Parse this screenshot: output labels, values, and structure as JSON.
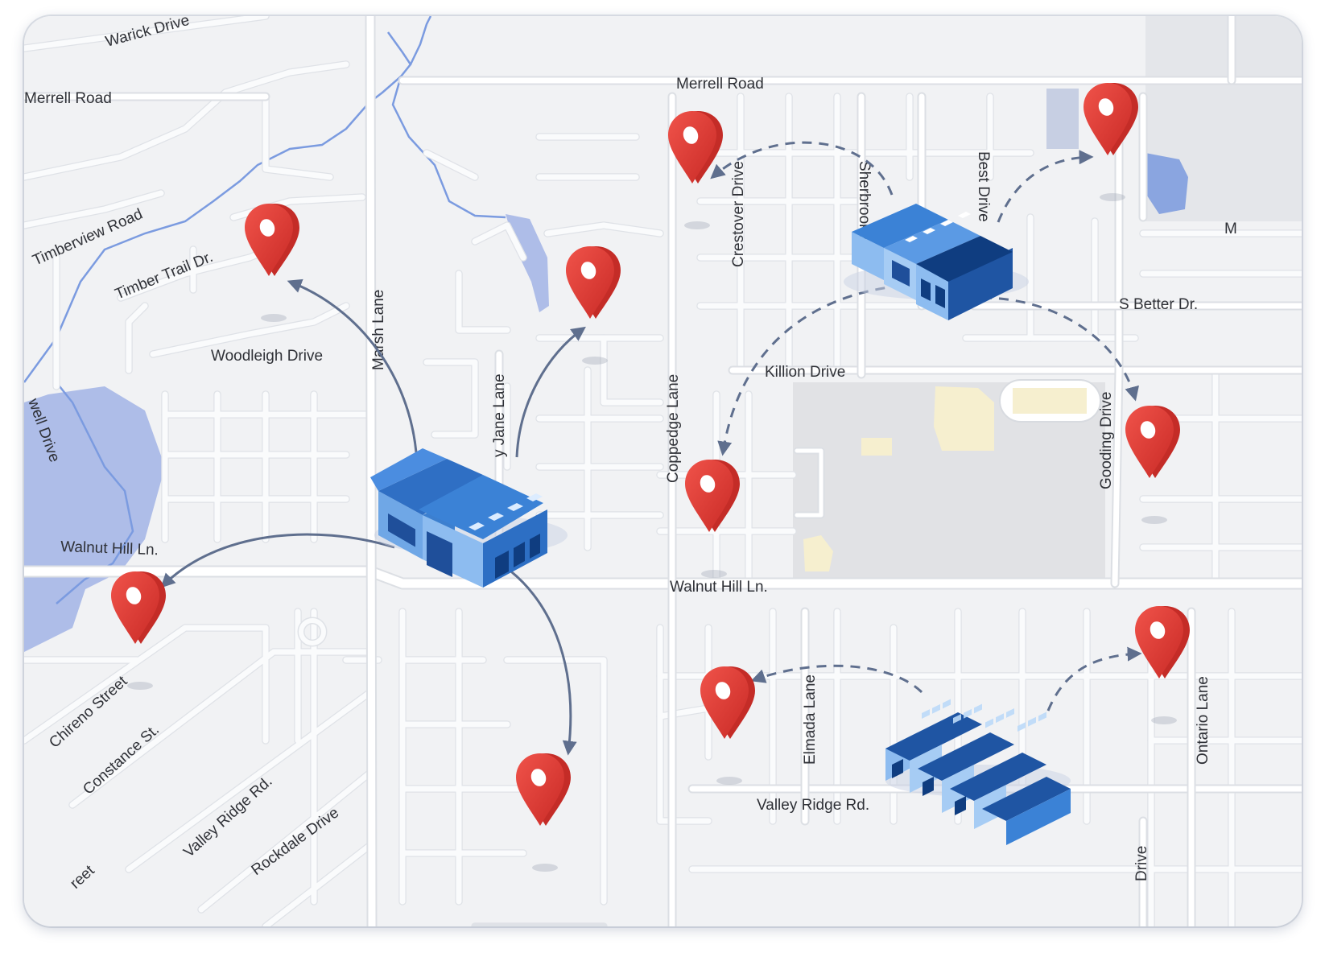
{
  "colors": {
    "map_background": "#f1f2f4",
    "road": "#ffffff",
    "water": "#7b9be0",
    "park": "#aebde8",
    "school_ground": "#e1e2e5",
    "sand": "#f6efcf",
    "pin": "#e53e3a",
    "warehouse": "#3a86d6",
    "route_line": "#5f6f8e"
  },
  "streets": {
    "warick_drive": "Warick Drive",
    "merrell_road_left": "Merrell Road",
    "merrell_road_top": "Merrell Road",
    "timberview_road": "Timberview Road",
    "timber_trail": "Timber Trail Dr.",
    "woodleigh_drive": "Woodleigh Drive",
    "marsh_lane": "Marsh Lane",
    "jane_lane": "y Jane Lane",
    "crestover_drive": "Crestover Drive",
    "sherbrooke": "Sherbrooke",
    "best_drive": "Best Drive",
    "m_label": "M",
    "s_better_dr": "S Better Dr.",
    "killion_drive": "Killion Drive",
    "coppedge_lane": "Coppedge Lane",
    "gooding_drive": "Gooding Drive",
    "well_drive": "well Drive",
    "walnut_hill_left": "Walnut Hill Ln.",
    "walnut_hill_center": "Walnut Hill Ln.",
    "chireno_street": "Chireno Street",
    "constance_st": "Constance St.",
    "valley_ridge_left": "Valley Ridge Rd.",
    "rockdale_drive": "Rockdale Drive",
    "street_fragment": "reet",
    "elmada_lane": "Elmada Lane",
    "valley_ridge_right": "Valley Ridge Rd.",
    "ontario_lane": "Ontario Lane",
    "drive_fragment": "Drive"
  },
  "icons": {
    "pin": "map-pin-icon",
    "warehouse": "warehouse-icon",
    "solar_houses": "solar-houses-icon"
  }
}
